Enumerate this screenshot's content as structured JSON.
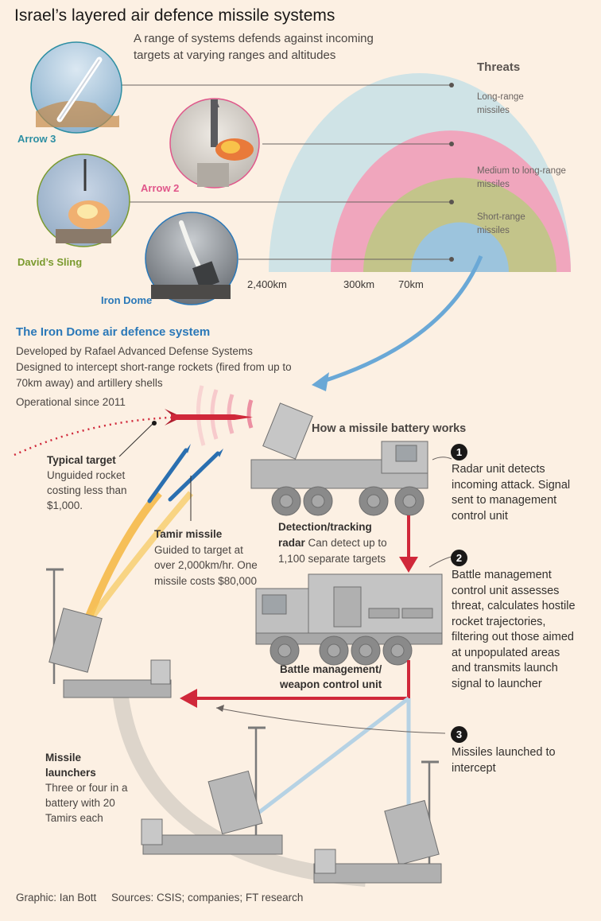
{
  "title": "Israel’s layered air defence missile systems",
  "subtitle": "A range of systems defends against incoming targets at varying ranges and altitudes",
  "threats": {
    "heading": "Threats",
    "long": "Long-range missiles",
    "medium": "Medium to long-range missiles",
    "short": "Short-range missiles"
  },
  "systems": {
    "arrow3": "Arrow 3",
    "arrow2": "Arrow 2",
    "davids_sling": "David’s Sling",
    "iron_dome": "Iron Dome"
  },
  "ranges": {
    "r1": "2,400km",
    "r2": "300km",
    "r3": "70km"
  },
  "iron_dome_section": {
    "title": "The Iron Dome air defence system",
    "line1": "Developed by Rafael Advanced Defense Systems",
    "line2": "Designed to intercept short-range rockets (fired from up to 70km away) and artillery shells",
    "line3": "Operational since 2011"
  },
  "battery_heading": "How a missile battery works",
  "typical_target": {
    "title": "Typical target",
    "text": "Unguided rocket costing less than $1,000."
  },
  "tamir": {
    "title": "Tamir missile",
    "text": "Guided to target at over 2,000km/hr. One missile costs $80,000"
  },
  "radar": {
    "title": "Detection/tracking radar",
    "text": "Can detect up to 1,100 separate targets"
  },
  "bmc": {
    "title": "Battle management/ weapon control unit"
  },
  "launchers": {
    "title": "Missile launchers",
    "text": "Three or four in a battery with 20 Tamirs each"
  },
  "steps": [
    {
      "num": "1",
      "text": "Radar unit detects incoming attack. Signal sent to management control unit"
    },
    {
      "num": "2",
      "text": "Battle management control unit assesses threat, calculates hostile rocket trajectories, filtering out those aimed at unpopulated areas and transmits launch signal to launcher"
    },
    {
      "num": "3",
      "text": "Missiles launched to intercept"
    }
  ],
  "credits": {
    "graphic": "Graphic: Ian Bott",
    "sources": "Sources: CSIS; companies; FT research"
  },
  "colors": {
    "background": "#fcf0e3",
    "long_range": "#cfe3e6",
    "medium_range": "#f0a6bd",
    "short_range": "#c3c48a",
    "iron_dome_zone": "#9cc4dd",
    "arrow3": "#2e8fa3",
    "arrow2": "#e0568a",
    "davids_sling": "#7a9a2e",
    "iron_dome": "#2a78b8",
    "signal_red": "#d0283a"
  }
}
